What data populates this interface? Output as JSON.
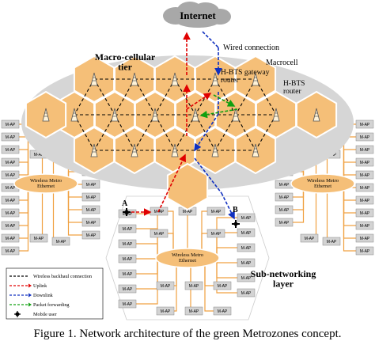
{
  "diagram": {
    "internet": "Internet",
    "wired_connection": "Wired connection",
    "macro_tier": "Macro-cellular\ntier",
    "macrocell": "Macrocell",
    "hbts_gateway": "H-BTS gateway\nrouter",
    "hbts_router": "H-BTS\nrouter",
    "wireless_metro": "Wireless Metro\nEthernet",
    "map_label": "M-AP",
    "user_a": "A",
    "user_b": "B",
    "sub_layer": "Sub-networking\nlayer",
    "legend": [
      {
        "label": "Wireless backhaul connection",
        "color": "#000000",
        "dash": "3,2",
        "head": false
      },
      {
        "label": "Uplink",
        "color": "#e00000",
        "dash": "3,2",
        "head": true
      },
      {
        "label": "Downlink",
        "color": "#1030c0",
        "dash": "3,2",
        "head": true
      },
      {
        "label": "Packet forwarding",
        "color": "#10a010",
        "dash": "3,2",
        "head": true
      },
      {
        "label": "Mobile user",
        "color": "#000000",
        "dash": "",
        "head": false
      }
    ],
    "colors": {
      "hex_fill": "#f5bf78",
      "hex_stroke": "#ffffff",
      "macro_ellipse": "#d6d6d6",
      "orange_line": "#f0a040",
      "cloud": "#a8a8a8",
      "uplink": "#e00000",
      "downlink": "#1030c0",
      "forwarding": "#10a010"
    }
  },
  "caption": "Figure 1.   Network architecture of the green Metrozones concept."
}
